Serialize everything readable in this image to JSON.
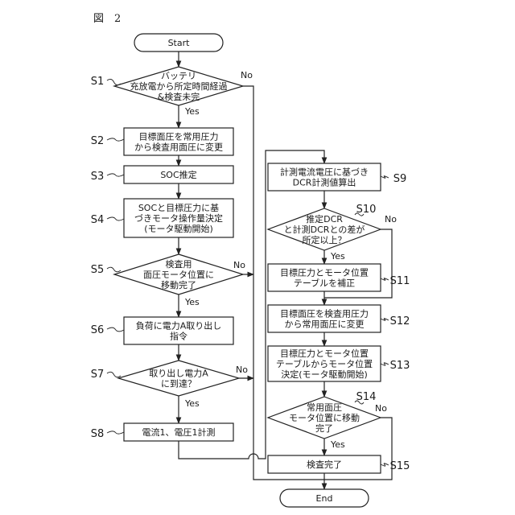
{
  "figure_label": "図　2",
  "nodes": {
    "start": {
      "lines": [
        "Start"
      ]
    },
    "s1": {
      "step": "S1",
      "lines": [
        "バッテリ",
        "充放電から所定時間経過",
        "&検査未完"
      ],
      "no": "No",
      "yes": "Yes"
    },
    "s2": {
      "step": "S2",
      "lines": [
        "目標面圧を常用圧力",
        "から検査用面圧に変更"
      ]
    },
    "s3": {
      "step": "S3",
      "lines": [
        "SOC推定"
      ]
    },
    "s4": {
      "step": "S4",
      "lines": [
        "SOCと目標圧力に基",
        "づきモータ操作量決定",
        "(モータ駆動開始)"
      ]
    },
    "s5": {
      "step": "S5",
      "lines": [
        "検査用",
        "面圧モータ位置に",
        "移動完了"
      ],
      "no": "No",
      "yes": "Yes"
    },
    "s6": {
      "step": "S6",
      "lines": [
        "負荷に電力A取り出し",
        "指令"
      ]
    },
    "s7": {
      "step": "S7",
      "lines": [
        "取り出し電力A",
        "に到達？"
      ],
      "no": "No",
      "yes": "Yes"
    },
    "s8": {
      "step": "S8",
      "lines": [
        "電流1、電圧1計測"
      ]
    },
    "s9": {
      "step": "S9",
      "lines": [
        "計測電流電圧に基づき",
        "DCR計測値算出"
      ]
    },
    "s10": {
      "step": "S10",
      "lines": [
        "推定DCR",
        "と計測DCRとの差が",
        "所定以上？"
      ],
      "no": "No",
      "yes": "Yes"
    },
    "s11": {
      "step": "S11",
      "lines": [
        "目標圧力とモータ位置",
        "テーブルを補正"
      ]
    },
    "s12": {
      "step": "S12",
      "lines": [
        "目標面圧を検査用圧力",
        "から常用面圧に変更"
      ]
    },
    "s13": {
      "step": "S13",
      "lines": [
        "目標圧力とモータ位置",
        "テーブルからモータ位置",
        "決定(モータ駆動開始)"
      ]
    },
    "s14": {
      "step": "S14",
      "lines": [
        "常用面圧",
        "モータ位置に移動",
        "完了"
      ],
      "no": "No",
      "yes": "Yes"
    },
    "s15": {
      "step": "S15",
      "lines": [
        "検査完了"
      ]
    },
    "end": {
      "lines": [
        "End"
      ]
    }
  }
}
